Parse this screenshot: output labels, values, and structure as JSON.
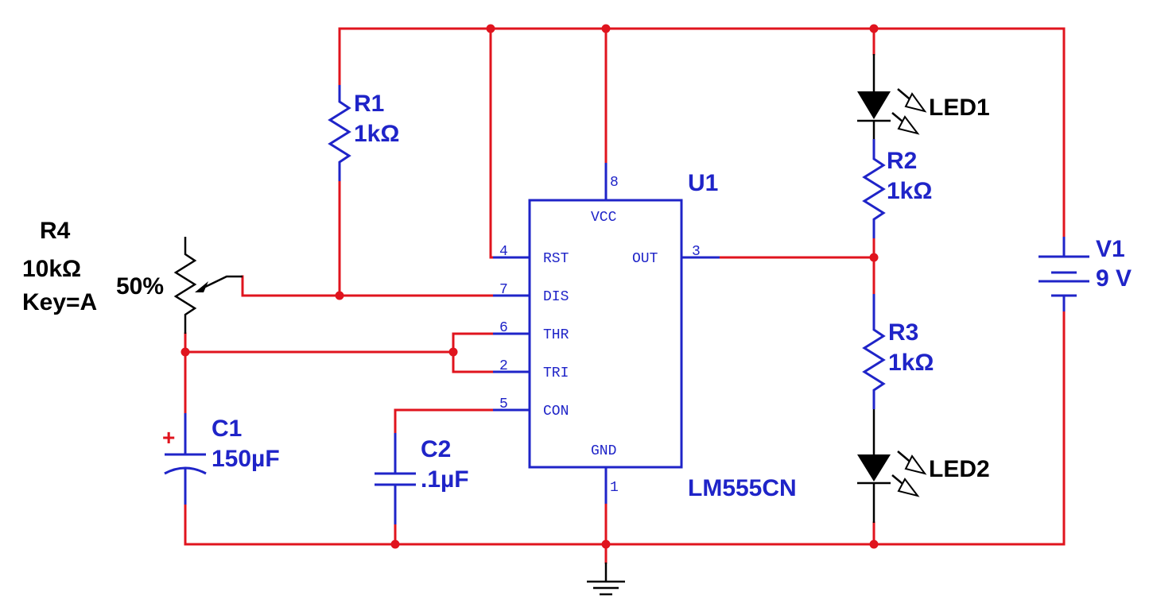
{
  "components": {
    "r1": {
      "ref": "R1",
      "value": "1kΩ"
    },
    "r2": {
      "ref": "R2",
      "value": "1kΩ"
    },
    "r3": {
      "ref": "R3",
      "value": "1kΩ"
    },
    "r4": {
      "ref": "R4",
      "value": "10kΩ",
      "key": "Key=A",
      "setting": "50%"
    },
    "c1": {
      "ref": "C1",
      "value": "150µF",
      "polarity": "+"
    },
    "c2": {
      "ref": "C2",
      "value": ".1µF"
    },
    "u1": {
      "ref": "U1",
      "part": "LM555CN"
    },
    "led1": {
      "ref": "LED1"
    },
    "led2": {
      "ref": "LED2"
    },
    "v1": {
      "ref": "V1",
      "value": "9 V"
    }
  },
  "ic_pins": {
    "vcc": {
      "num": "8",
      "name": "VCC"
    },
    "rst": {
      "num": "4",
      "name": "RST"
    },
    "out": {
      "num": "3",
      "name": "OUT"
    },
    "dis": {
      "num": "7",
      "name": "DIS"
    },
    "thr": {
      "num": "6",
      "name": "THR"
    },
    "tri": {
      "num": "2",
      "name": "TRI"
    },
    "con": {
      "num": "5",
      "name": "CON"
    },
    "gnd": {
      "num": "1",
      "name": "GND"
    }
  },
  "colors": {
    "wire": "#e0141e",
    "component": "#1f24c8",
    "text_black": "#000000"
  }
}
